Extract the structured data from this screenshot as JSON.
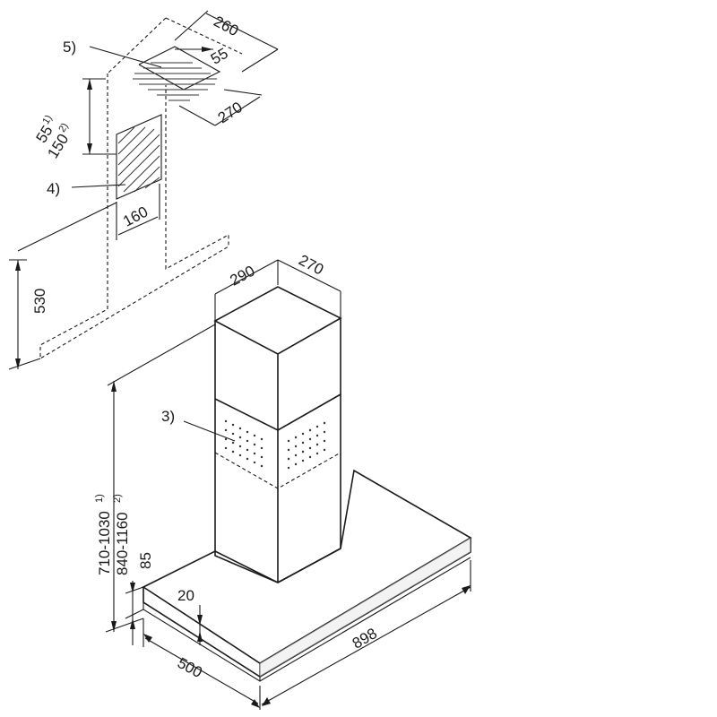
{
  "dimensions": {
    "ceiling_depth": "260",
    "ceiling_offset": "55",
    "ceiling_width": "270",
    "wall_gap_1": "55",
    "wall_gap_2": "150",
    "wall_box_width": "160",
    "upper_height": "530",
    "chimney_width": "290",
    "chimney_depth": "270",
    "height_range_1": "710-1030",
    "height_range_2": "840-1160",
    "canopy_height": "85",
    "glass_thickness": "20",
    "canopy_depth": "500",
    "canopy_width": "898"
  },
  "footnote_marks": {
    "one": "1)",
    "two": "2)"
  },
  "callouts": {
    "ceiling_plate": "5)",
    "wall_socket": "4)",
    "chimney_vents": "3)"
  },
  "colors": {
    "line": "#1a1a1a",
    "background": "#ffffff"
  }
}
